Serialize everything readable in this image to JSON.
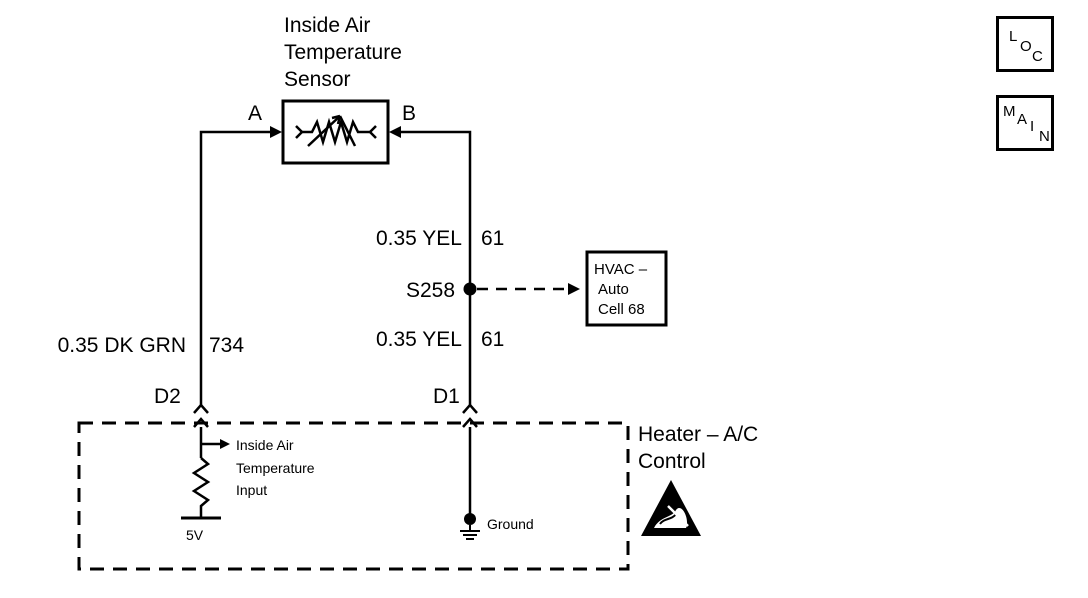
{
  "sensor": {
    "title_lines": [
      "Inside Air",
      "Temperature",
      "Sensor"
    ],
    "pin_a": "A",
    "pin_b": "B"
  },
  "wires": {
    "left": {
      "label": "0.35 DK GRN",
      "circuit": "734"
    },
    "right_upper": {
      "label": "0.35 YEL",
      "circuit": "61"
    },
    "right_lower": {
      "label": "0.35 YEL",
      "circuit": "61"
    }
  },
  "splice": {
    "label": "S258"
  },
  "ref_box": {
    "lines": [
      "HVAC –",
      "Auto",
      "Cell 68"
    ]
  },
  "connector": {
    "left_pin": "D2",
    "right_pin": "D1"
  },
  "module": {
    "title_lines": [
      "Heater – A/C",
      "Control"
    ],
    "input_lines": [
      "Inside Air",
      "Temperature",
      "Input"
    ],
    "supply": "5V",
    "ground": "Ground"
  },
  "nav": {
    "loc": {
      "letters": [
        "L",
        "O",
        "C"
      ]
    },
    "main": {
      "letters": [
        "M",
        "A",
        "I",
        "N"
      ]
    }
  }
}
